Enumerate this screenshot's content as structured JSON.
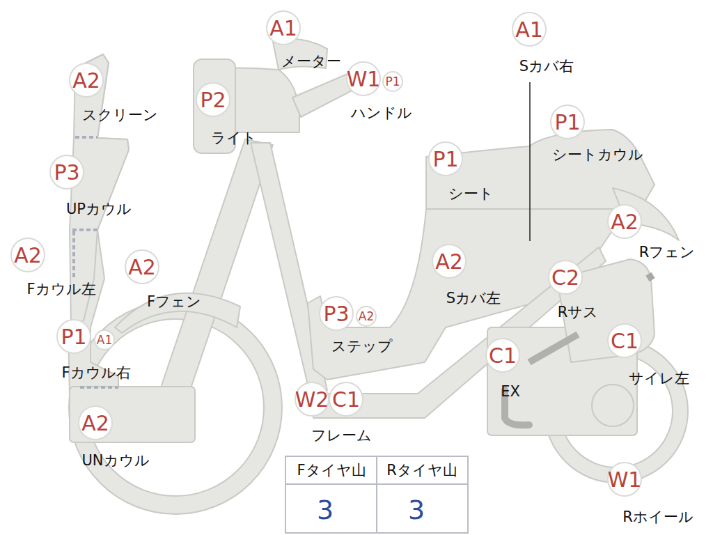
{
  "diagram": {
    "labels": [
      "A1",
      "メーター",
      "W1",
      "P1",
      "ハンドル",
      "A1",
      "Sカバ右",
      "A2",
      "スクリーン",
      "P2",
      "ライト",
      "P1",
      "シートカウル",
      "P1",
      "シート",
      "P3",
      "UPカウル",
      "A2",
      "Rフェン",
      "A2",
      "A2",
      "A2",
      "C2",
      "Fカウル左",
      "Fフェン",
      "Sカバ左",
      "Rサス",
      "P3",
      "A2",
      "P1",
      "A1",
      "C1",
      "ステップ",
      "C1",
      "Fカウル右",
      "サイレ左",
      "EX",
      "W2",
      "C1",
      "A2",
      "フレーム",
      "UNカウル",
      "W1",
      "Rホイール",
      "Fタイヤ山",
      "Rタイヤ山",
      "3",
      "3"
    ]
  }
}
